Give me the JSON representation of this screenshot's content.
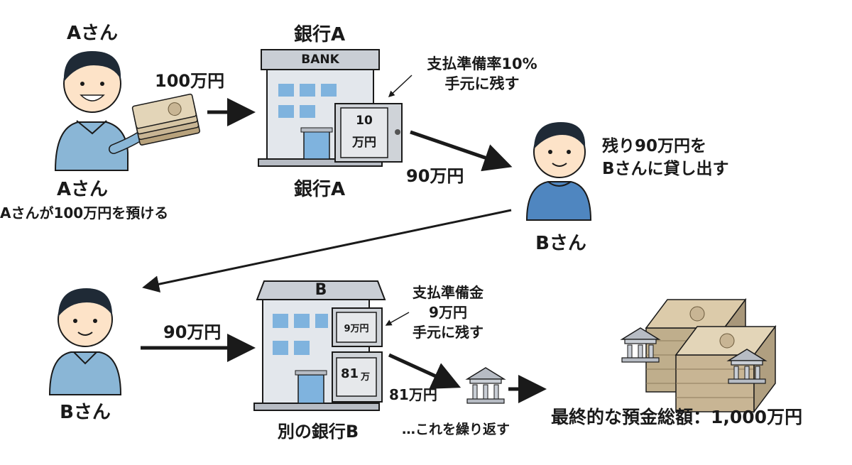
{
  "stage1": {
    "person_a_top_label": "Aさん",
    "person_a_label": "Aさん",
    "person_a_caption": "Aさんが100万円を預ける",
    "deposit_amount": "100万円",
    "bank_a_top_label": "銀行A",
    "bank_a_sign": "BANK",
    "bank_a_label": "銀行A",
    "vault_line1": "10",
    "vault_line2": "万円",
    "reserve_note_line1": "支払準備率10%",
    "reserve_note_line2": "手元に残す",
    "loan_amount": "90万円",
    "loan_note_line1": "残り90万円を",
    "loan_note_line2": "Bさんに貸し出す",
    "person_b_label": "Bさん"
  },
  "stage2": {
    "person_b_label": "Bさん",
    "deposit_amount": "90万円",
    "bank_b_sign": "B",
    "bank_b_label": "別の銀行B",
    "vault_top": "9万円",
    "vault_bottom_num": "81",
    "vault_bottom_unit": "万",
    "reserve_note_line1": "支払準備金",
    "reserve_note_line2": "9万円",
    "reserve_note_line3": "手元に残す",
    "loan_amount": "81万円",
    "repeat_note": "…これを繰り返す",
    "total": "最終的な預金総額：1,000万円"
  },
  "colors": {
    "text": "#1a1a1a",
    "shirt": "#8ab6d6",
    "shirt_dark": "#4f86c0",
    "skin": "#fde3c8",
    "hair": "#1f2a36",
    "building": "#dfe3e8",
    "window": "#7fb3de",
    "money": "#c8b594"
  }
}
